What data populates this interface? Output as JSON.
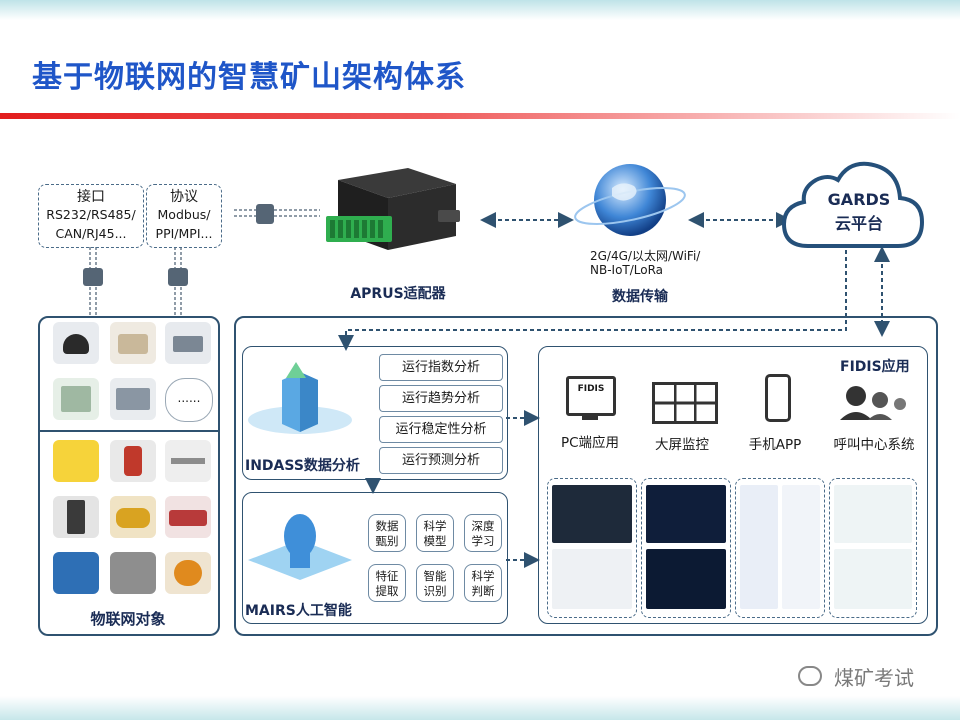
{
  "title": "基于物联网的智慧矿山架构体系",
  "interface": {
    "title": "接口",
    "line1": "RS232/RS485/",
    "line2": "CAN/RJ45..."
  },
  "protocol": {
    "title": "协议",
    "line1": "Modbus/",
    "line2": "PPI/MPI..."
  },
  "adapter": {
    "label": "APRUS适配器"
  },
  "transmission": {
    "line1": "2G/4G/以太网/WiFi/",
    "line2": "NB-IoT/LoRa",
    "label": "数据传输"
  },
  "cloud": {
    "line1": "GARDS",
    "line2": "云平台"
  },
  "iot_objects": {
    "label": "物联网对象",
    "more": "......"
  },
  "indass": {
    "label": "INDASS数据分析",
    "items": [
      "运行指数分析",
      "运行趋势分析",
      "运行稳定性分析",
      "运行预测分析"
    ]
  },
  "mairs": {
    "label": "MAIRS人工智能",
    "items": [
      [
        "数据",
        "甄别"
      ],
      [
        "科学",
        "模型"
      ],
      [
        "深度",
        "学习"
      ],
      [
        "特征",
        "提取"
      ],
      [
        "智能",
        "识别"
      ],
      [
        "科学",
        "判断"
      ]
    ]
  },
  "fidis": {
    "label": "FIDIS应用",
    "pc_badge": "FIDIS",
    "apps": [
      "PC端应用",
      "大屏监控",
      "手机APP",
      "呼叫中心系统"
    ]
  },
  "watermark": "煤矿考试",
  "icons": [
    "camera-icon",
    "router-icon",
    "sensor-icon",
    "globe-icon",
    "cloud-icon",
    "monitor-icon",
    "video-wall-icon",
    "phone-icon",
    "headset-users-icon",
    "wechat-icon"
  ]
}
